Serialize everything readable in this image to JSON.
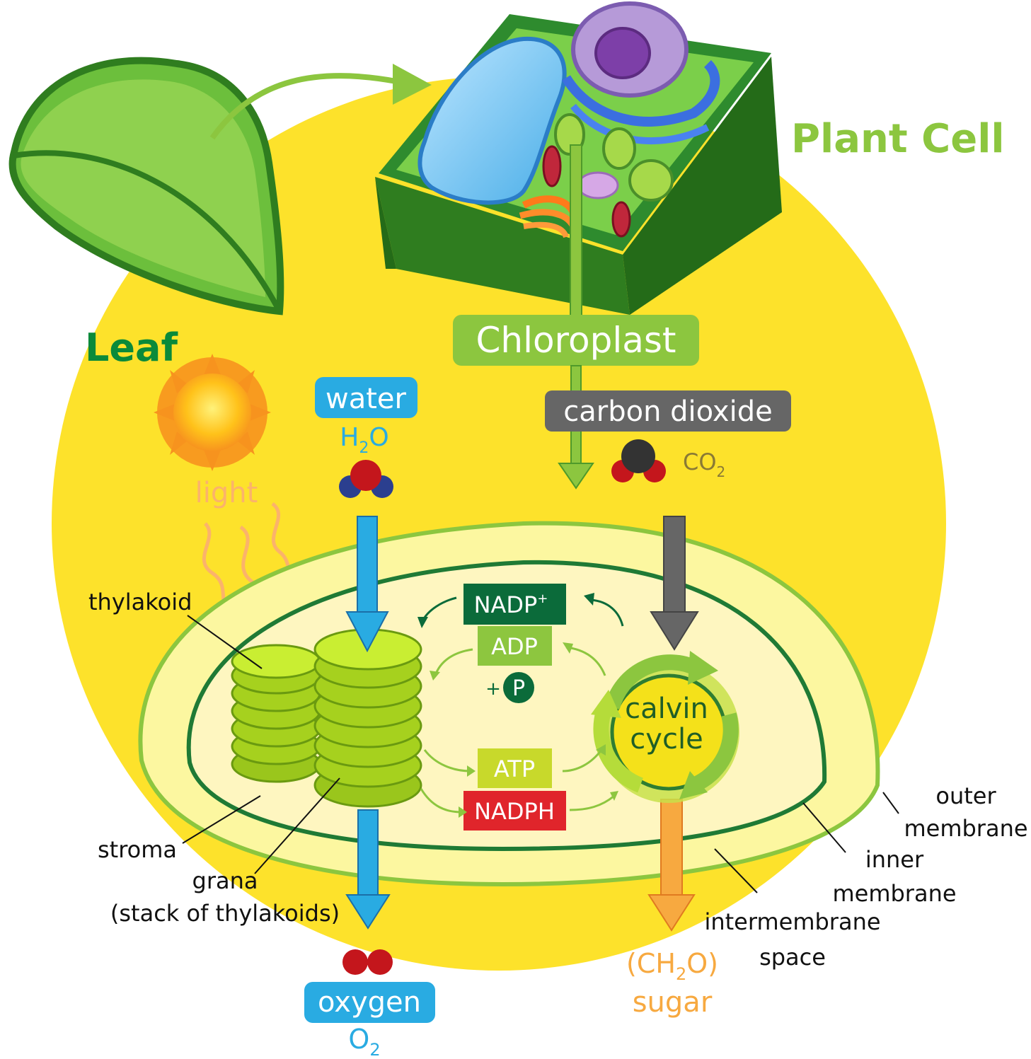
{
  "labels": {
    "plant_cell": "Plant Cell",
    "leaf": "Leaf",
    "chloroplast": "Chloroplast",
    "water": "water",
    "water_formula_h": "H",
    "water_formula_sub": "2",
    "water_formula_o": "O",
    "carbon_dioxide": "carbon dioxide",
    "co2_c": "CO",
    "co2_sub": "2",
    "light": "light",
    "thylakoid": "thylakoid",
    "stroma": "stroma",
    "grana_line1": "grana",
    "grana_line2": "(stack of thylakoids)",
    "nadp": "NADP",
    "nadp_sup": "+",
    "adp": "ADP",
    "plus": "+",
    "p": "P",
    "atp": "ATP",
    "nadph": "NADPH",
    "calvin_line1": "calvin",
    "calvin_line2": "cycle",
    "outer_line1": "outer",
    "outer_line2": "membrane",
    "inner_line1": "inner",
    "inner_line2": "membrane",
    "inter_line1": "intermembrane",
    "inter_line2": "space",
    "sugar_formula_a": "(CH",
    "sugar_formula_sub": "2",
    "sugar_formula_b": "O)",
    "sugar": "sugar",
    "oxygen": "oxygen",
    "o2_o": "O",
    "o2_sub": "2"
  },
  "colors": {
    "sun_yellow": "#fde22b",
    "label_green": "#8cc63f",
    "dark_green": "#0a8a3a",
    "water_blue": "#29abe2",
    "co2_gray": "#666666",
    "light_orange": "#fbb36b",
    "sugar_orange": "#f7a940",
    "nadp_green": "#0b6b3a",
    "adp_green": "#8dc63f",
    "atp_green": "#c8d92b",
    "nadph_red": "#e0252b"
  }
}
